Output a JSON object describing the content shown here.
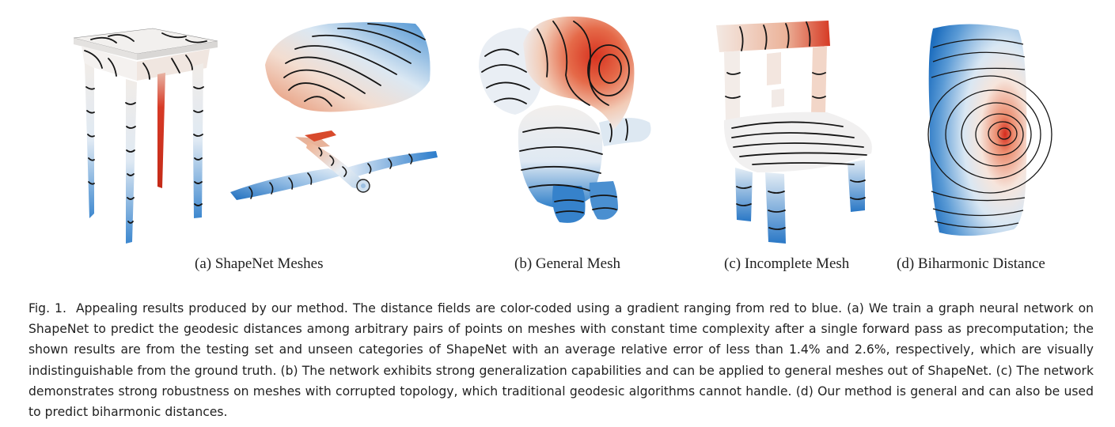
{
  "figure": {
    "panels": [
      {
        "label": "(a) ShapeNet Meshes",
        "objects": [
          "side-table",
          "pillow",
          "airplane"
        ]
      },
      {
        "label": "(b) General Mesh",
        "objects": [
          "elephant"
        ]
      },
      {
        "label": "(c) Incomplete Mesh",
        "objects": [
          "chair"
        ]
      },
      {
        "label": "(d) Biharmonic Distance",
        "objects": [
          "slab"
        ]
      }
    ],
    "colormap": {
      "high": "#d62a1c",
      "mid": "#f7f4f2",
      "low": "#1f6fbf",
      "contour": "#151515"
    }
  },
  "caption": {
    "prefix": "Fig. 1.",
    "text": "Appealing results produced by our method. The distance fields are color-coded using a gradient ranging from red to blue. (a) We train a graph neural network on ShapeNet to predict the geodesic distances among arbitrary pairs of points on meshes with constant time complexity after a single forward pass as precomputation; the shown results are from the testing set and unseen categories of ShapeNet with an average relative error of less than 1.4% and 2.6%, respectively, which are visually indistinguishable from the ground truth. (b) The network exhibits strong generalization capabilities and can be applied to general meshes out of ShapeNet. (c) The network demonstrates strong robustness on meshes with corrupted topology, which traditional geodesic algorithms cannot handle. (d) Our method is general and can also be used to predict biharmonic distances."
  }
}
